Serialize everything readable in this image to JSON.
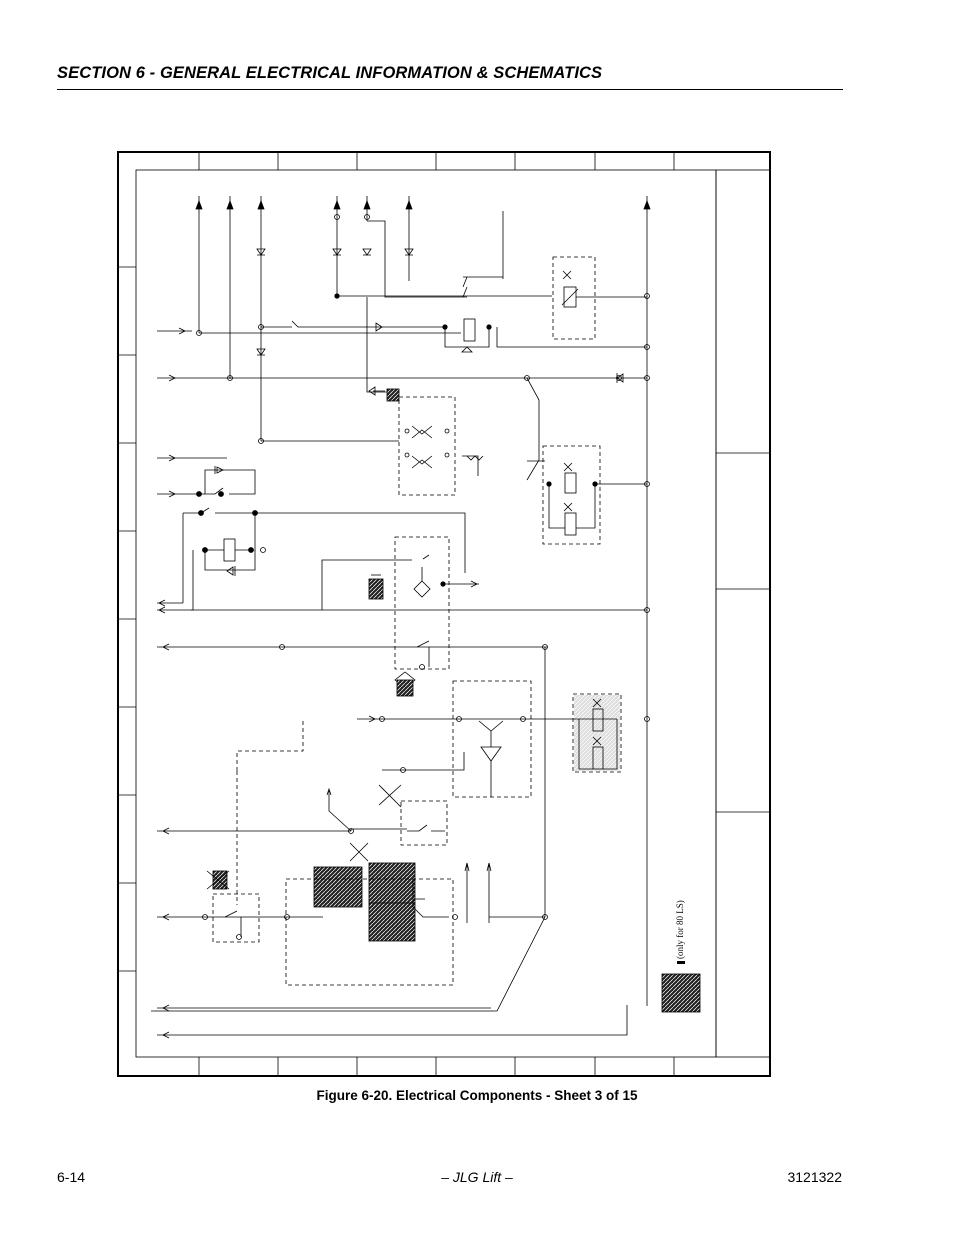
{
  "header": {
    "section_title": "SECTION 6 - GENERAL ELECTRICAL INFORMATION & SCHEMATICS"
  },
  "figure": {
    "caption": "Figure 6-20.  Electrical Components - Sheet 3 of 15",
    "note": "(only for 80 LS)"
  },
  "footer": {
    "page_number": "6-14",
    "publisher": "– JLG Lift –",
    "document_number": "3121322"
  }
}
